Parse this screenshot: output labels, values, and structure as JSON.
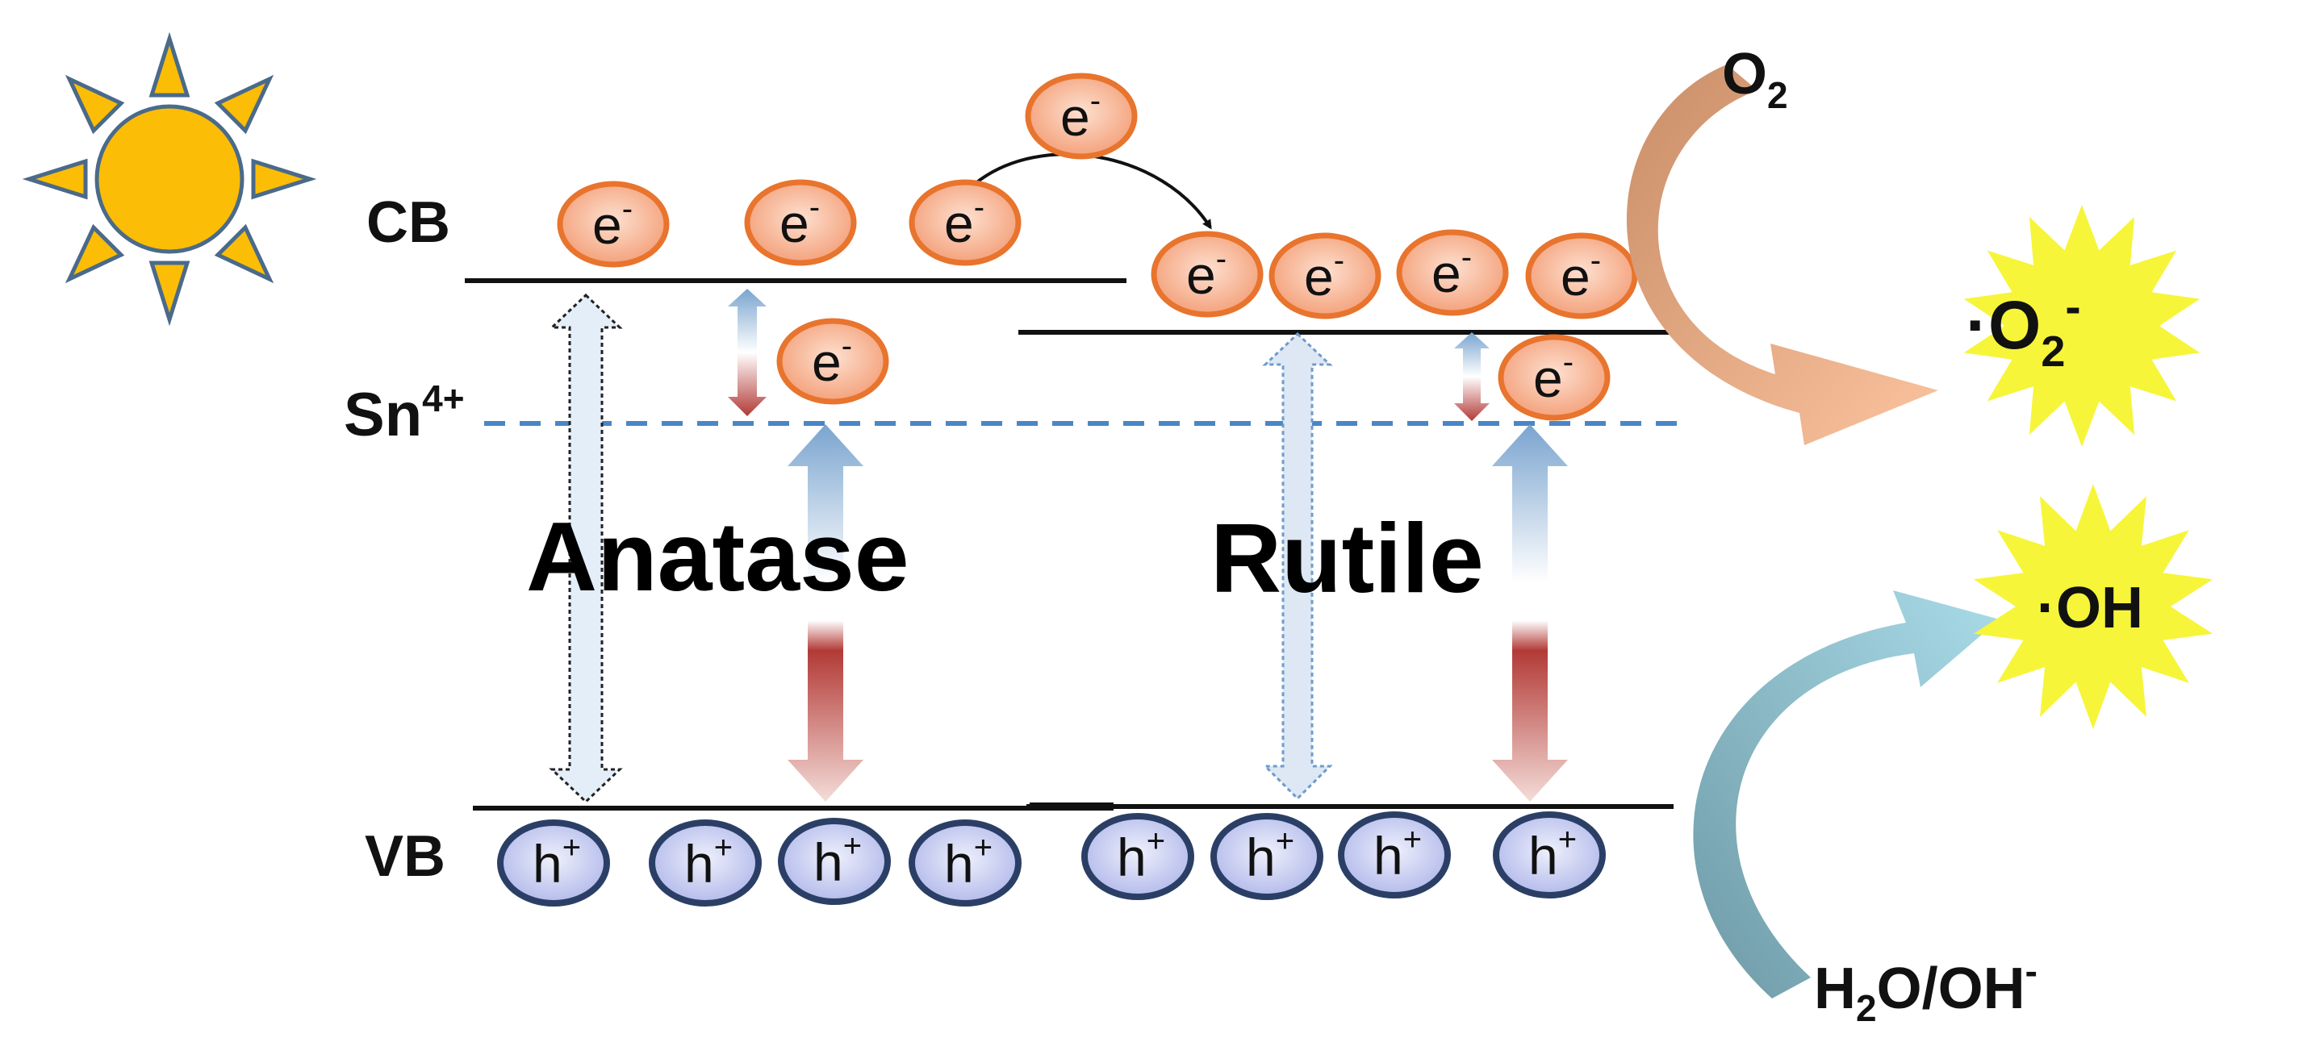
{
  "labels": {
    "cb": "CB",
    "vb": "VB",
    "sn_base": "Sn",
    "sn_sup": "4+",
    "anatase": "Anatase",
    "rutile": "Rutile",
    "o2_base": "O",
    "o2_sub": "2",
    "superoxide_dot": "·O",
    "superoxide_sub": "2",
    "superoxide_sup": "-",
    "hydroxyl": "·OH",
    "water_h": "H",
    "water_sub": "2",
    "water_rest": "O/OH",
    "water_sup": "-"
  },
  "particles": {
    "electron_base": "e",
    "electron_sup": "-",
    "hole_base": "h",
    "hole_sup": "+"
  },
  "colors": {
    "sun_body": "#fbbd06",
    "sun_outline": "#4a6a8a",
    "electron_fill": "#f6a480",
    "electron_stroke": "#e8742d",
    "hole_fill": "#c8cdf2",
    "hole_stroke": "#2b3f66",
    "dashed_level": "#4a86c6",
    "band_line": "#111111",
    "burst_fill": "#f6f53a",
    "o2_arrow": "#efa475",
    "water_arrow": "#7cb8c6"
  }
}
